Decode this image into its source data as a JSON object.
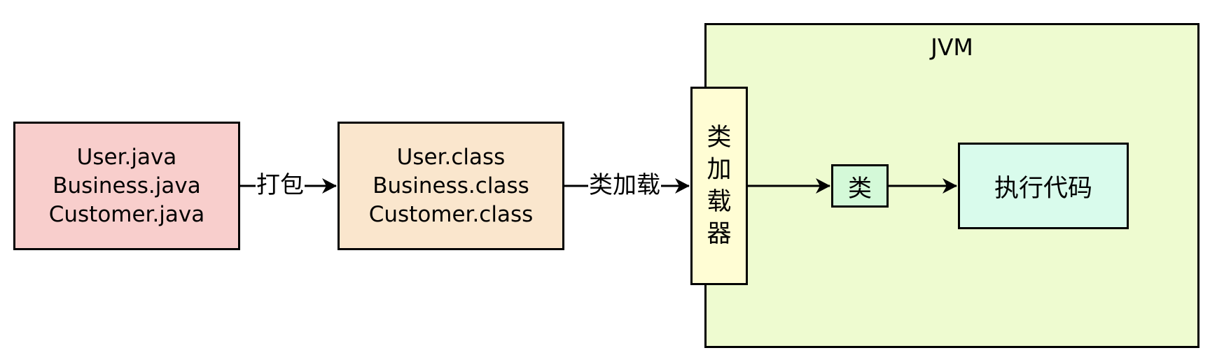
{
  "diagram": {
    "source_box": {
      "lines": [
        "User.java",
        "Business.java",
        "Customer.java"
      ],
      "fill": "#f8cecc"
    },
    "class_box": {
      "lines": [
        "User.class",
        "Business.class",
        "Customer.class"
      ],
      "fill": "#fae6cd"
    },
    "jvm": {
      "label": "JVM",
      "fill": "#eefbd0"
    },
    "class_loader": {
      "chars": [
        "类",
        "加",
        "载",
        "器"
      ],
      "fill": "#fffdd4"
    },
    "class_node": {
      "label": "类",
      "fill": "#d4f9d8"
    },
    "execute_node": {
      "label": "执行代码",
      "fill": "#d9fbec"
    },
    "edges": {
      "package_label": "打包",
      "load_label": "类加载"
    }
  }
}
